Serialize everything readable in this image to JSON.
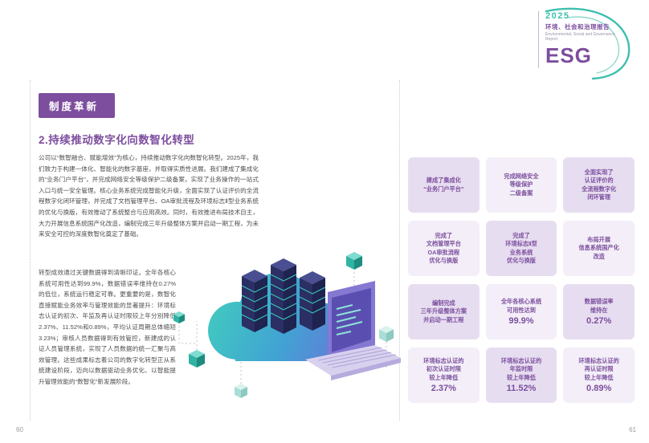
{
  "colors": {
    "brand_purple": "#7d4e9e",
    "teal": "#3bbfae",
    "card_bg_medium": "#e7ddf0",
    "card_bg_light": "#f3eef7",
    "card_text": "#7b4f9e"
  },
  "logo": {
    "year": "2025",
    "title_cn": "环境、社会和治理报告",
    "title_en": "Environmental, Social and Governance Report",
    "esg": "ESG"
  },
  "left_page": {
    "badge": "制度革新",
    "section_title": "2.持续推动数字化向数智化转型",
    "paragraph1": "公司以“数智融合、赋能增效”为核心，持续推动数字化向数智化转型。2025年，我们致力于构建一体化、智能化的数字基座，并取得实质性进展。我们建成了集成化的“业务门户平台”，并完成网络安全等级保护二级备案，实现了业务操作的一站式入口与统一安全管理。核心业务系统完成智能化升级，全面实现了认证评价的全流程数字化闭环管理，并完成了文档管理平台、OA审批流程及环境标志Ⅱ型业务系统的优化与换版，有效推动了系统整合与应用高效。同时，有效推进布局技术自主，大力开展信息系统国产化改造，编制完成三年升级整体方案并启动一期工程，为未来安全可控的深度数智化奠定了基础。",
    "paragraph2": "转型成效通过关键数据得到清晰印证。全年各核心系统可用性达到99.9%，数据错误率维持在0.27%的低位，系统运行稳定可靠。更重要的是，数智化直接赋能业务效率与管理效能的显著提升：环境标志认证的初次、年监及再认证时限较上年分别降低2.37%、11.52%和0.89%，平均认证周期总体缩短3.23%；审核人员数据得到有效管控，新建成的认证人员管理系统，实现了人员数据的统一汇聚与高效管理。这些成果标志着公司的数字化转型正从系统建设阶段，迈向以数据驱动业务优化、以智能提升管理效能的“数智化”新发展阶段。"
  },
  "cards": [
    {
      "lines": [
        "建成了集成化",
        "“业务门户平台”"
      ],
      "highlight": ""
    },
    {
      "lines": [
        "完成网络安全",
        "等级保护",
        "二级备案"
      ],
      "highlight": ""
    },
    {
      "lines": [
        "全面实现了",
        "认证评价的",
        "全流程数字化",
        "闭环管理"
      ],
      "highlight": ""
    },
    {
      "lines": [
        "完成了",
        "文档管理平台",
        "OA审批流程",
        "优化与换版"
      ],
      "highlight": ""
    },
    {
      "lines": [
        "完成了",
        "环境标志Ⅱ型",
        "业务系统",
        "优化与换版"
      ],
      "highlight": ""
    },
    {
      "lines": [
        "布局开展",
        "信息系统国产化",
        "改造"
      ],
      "highlight": ""
    },
    {
      "lines": [
        "编制完成",
        "三年升级整体方案",
        "并启动一期工程"
      ],
      "highlight": ""
    },
    {
      "lines": [
        "全年各核心系统",
        "可用性达到"
      ],
      "highlight": "99.9%"
    },
    {
      "lines": [
        "数据错误率",
        "维持在"
      ],
      "highlight": "0.27%"
    },
    {
      "lines": [
        "环境标志认证的",
        "初次认证时限",
        "较上年降低"
      ],
      "highlight": "2.37%"
    },
    {
      "lines": [
        "环境标志认证的",
        "年监时限",
        "较上年降低"
      ],
      "highlight": "11.52%"
    },
    {
      "lines": [
        "环境标志认证的",
        "再认证时限",
        "较上年降低"
      ],
      "highlight": "0.89%"
    }
  ],
  "footer": {
    "left_page_number": "60",
    "right_page_number": "61"
  }
}
